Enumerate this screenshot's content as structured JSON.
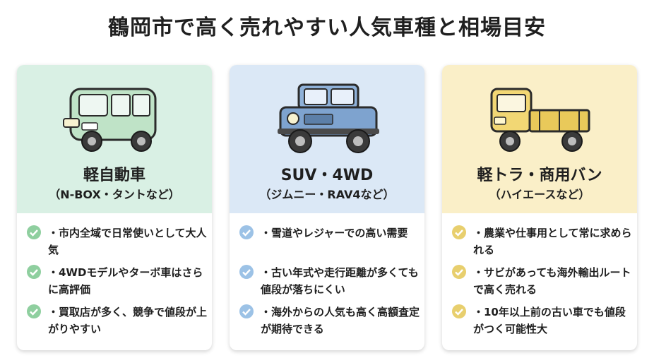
{
  "page": {
    "title": "鶴岡市で高く売れやすい人気車種と相場目安"
  },
  "colors": {
    "card1_bg": "#d9f0e4",
    "card2_bg": "#dbe8f6",
    "card3_bg": "#faefc8",
    "check_green": "#8fcf9f",
    "check_blue": "#9cc2e6",
    "check_yellow": "#e8cf6e"
  },
  "cards": [
    {
      "title": "軽自動車",
      "subtitle": "（N-BOX・タントなど）",
      "icon": "kei-car-icon",
      "points": [
        "・市内全域で日常使いとして大人気",
        "・4WDモデルやターボ車はさらに高評価",
        "・買取店が多く、競争で値段が上がりやすい"
      ]
    },
    {
      "title": "SUV・4WD",
      "subtitle": "（ジムニー・RAV4など）",
      "icon": "suv-icon",
      "points": [
        "・雪道やレジャーでの高い需要",
        "・古い年式や走行距離が多くても値段が落ちにくい",
        "・海外からの人気も高く高額査定が期待できる"
      ]
    },
    {
      "title": "軽トラ・商用バン",
      "subtitle": "（ハイエースなど）",
      "icon": "kei-truck-icon",
      "points": [
        "・農業や仕事用として常に求められる",
        "・サビがあっても海外輸出ルートで高く売れる",
        "・10年以上前の古い車でも値段がつく可能性大"
      ]
    }
  ]
}
